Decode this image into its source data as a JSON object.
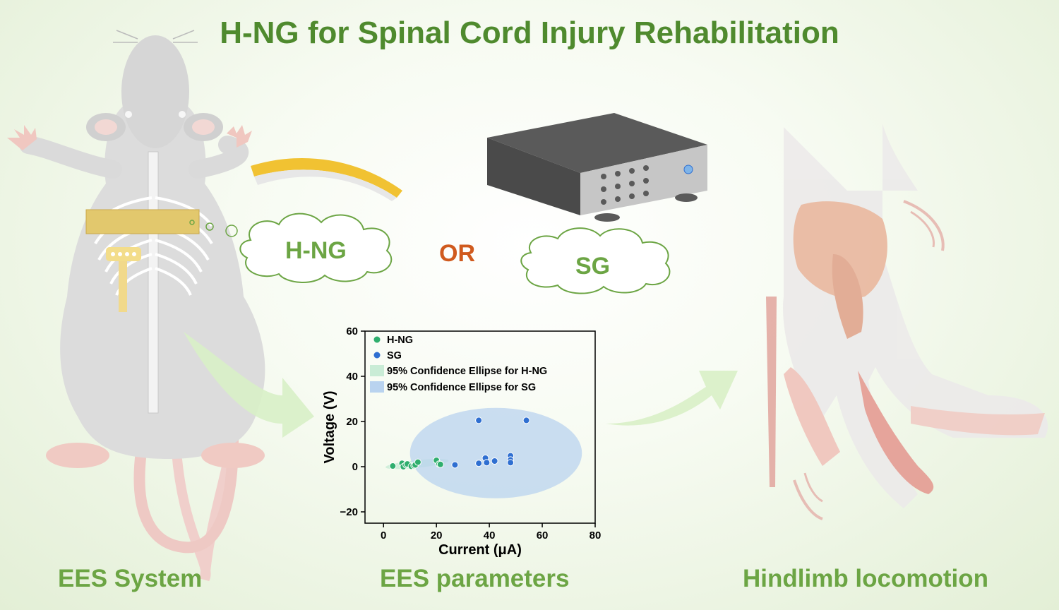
{
  "title": "H-NG for Spinal Cord Injury Rehabilitation",
  "sections": {
    "ees_system": "EES System",
    "ees_parameters": "EES parameters",
    "hindlimb": "Hindlimb locomotion"
  },
  "clouds": {
    "hng": "H-NG",
    "or": "OR",
    "sg": "SG"
  },
  "colors": {
    "title": "#4f8a2e",
    "label": "#6ca544",
    "or": "#d05a1e",
    "hng_point": "#2fae6e",
    "sg_point": "#2f6fd1",
    "hng_ellipse": "#c9ecd6",
    "sg_ellipse": "#b9d3ef"
  },
  "chart_data": {
    "type": "scatter",
    "xlabel": "Current (μA)",
    "ylabel": "Voltage (V)",
    "xlim": [
      -7,
      80
    ],
    "ylim": [
      -25,
      60
    ],
    "xticks": [
      "0",
      "20",
      "40",
      "60",
      "80"
    ],
    "yticks": [
      "−20",
      "0",
      "20",
      "40",
      "60"
    ],
    "legend": [
      "H-NG",
      "SG",
      "95% Confidence Ellipse for H-NG",
      "95% Confidence Ellipse for SG"
    ],
    "series": [
      {
        "name": "H-NG",
        "points": [
          [
            3.5,
            0.3
          ],
          [
            7,
            1.5
          ],
          [
            7.5,
            0
          ],
          [
            8.5,
            0.8
          ],
          [
            9,
            1.2
          ],
          [
            10.5,
            0.2
          ],
          [
            11.5,
            0.5
          ],
          [
            12,
            0.8
          ],
          [
            13,
            2
          ],
          [
            20,
            2.8
          ],
          [
            21,
            1.2
          ],
          [
            21.5,
            1
          ]
        ]
      },
      {
        "name": "SG",
        "points": [
          [
            27,
            0.8
          ],
          [
            36,
            20.5
          ],
          [
            36,
            1.5
          ],
          [
            38.5,
            3.8
          ],
          [
            39,
            1.8
          ],
          [
            42,
            2.5
          ],
          [
            48,
            4.8
          ],
          [
            48,
            3
          ],
          [
            48,
            1.8
          ],
          [
            54,
            20.5
          ]
        ]
      }
    ],
    "ellipses": [
      {
        "name": "95% Confidence Ellipse for H-NG",
        "cx": 12.7,
        "cy": 1.2,
        "rx": 12,
        "ry": 1.7,
        "angle": 6
      },
      {
        "name": "95% Confidence Ellipse for SG",
        "cx": 42.5,
        "cy": 6,
        "rx": 32.5,
        "ry": 20,
        "angle": 0
      }
    ]
  }
}
